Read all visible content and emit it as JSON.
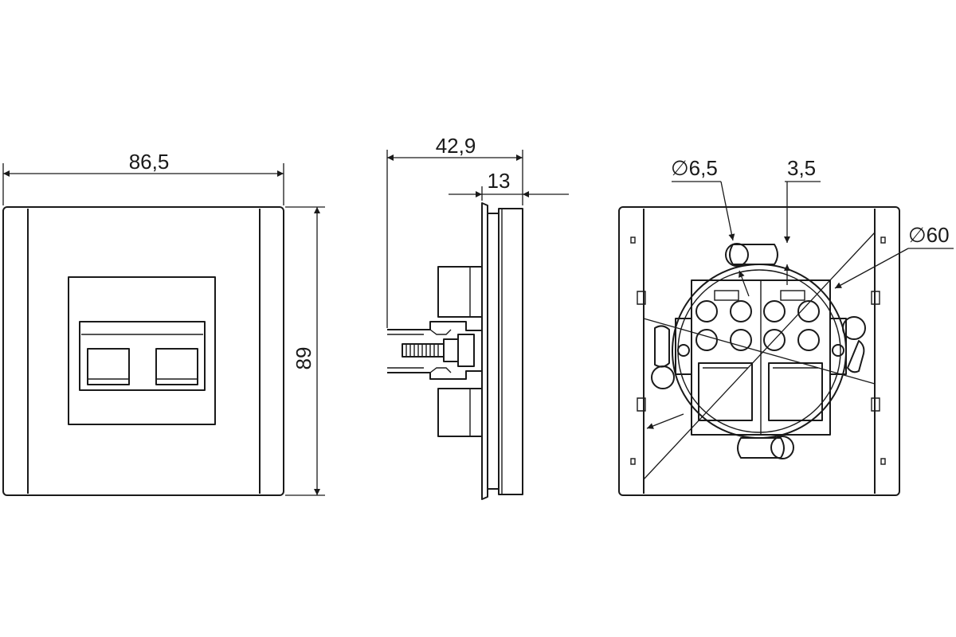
{
  "views": {
    "front": {
      "dim_width": "86,5",
      "dim_height": "89"
    },
    "side": {
      "dim_depth": "42,9",
      "dim_frame": "13"
    },
    "rear": {
      "dim_hole": "∅6,5",
      "dim_offset": "3,5",
      "dim_circle": "∅60"
    }
  }
}
